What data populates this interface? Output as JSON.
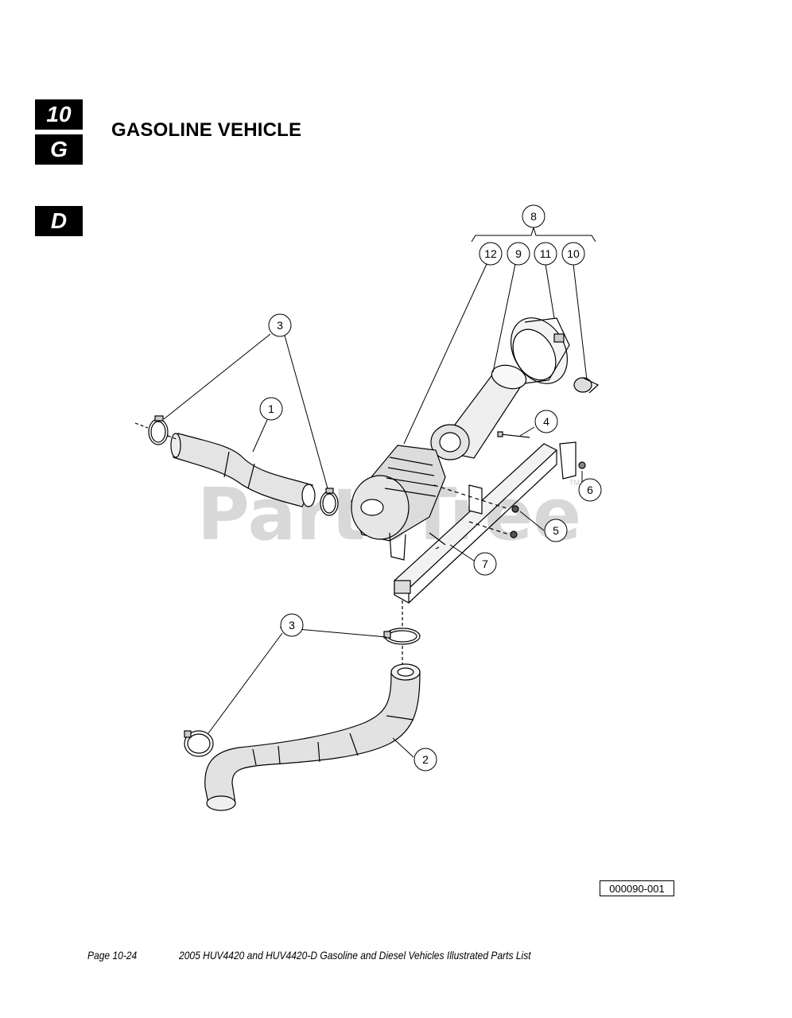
{
  "tabs": {
    "chapter": "10",
    "section": "G",
    "subsection": "D"
  },
  "title": "GASOLINE VEHICLE",
  "callouts": [
    "1",
    "2",
    "3",
    "3",
    "4",
    "5",
    "6",
    "7",
    "8",
    "9",
    "10",
    "11",
    "12"
  ],
  "watermark": "PartsTree",
  "watermark_tm": "TM",
  "figure_id": "000090-001",
  "footer": {
    "page": "Page 10-24",
    "document": "2005 HUV4420 and HUV4420-D Gasoline and Diesel Vehicles Illustrated Parts List"
  }
}
